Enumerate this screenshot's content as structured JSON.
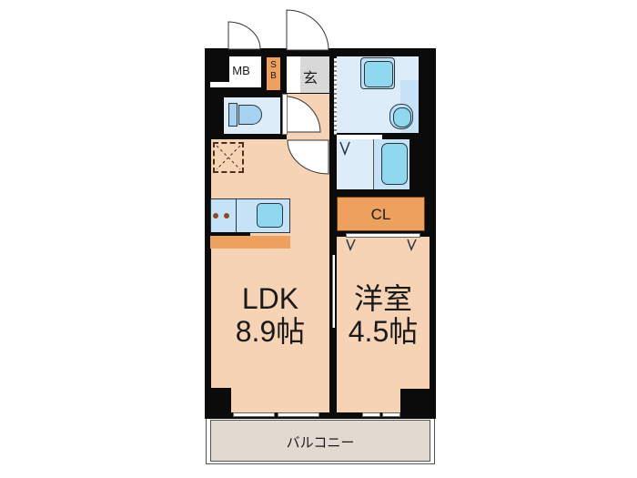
{
  "floor_plan": {
    "rooms": {
      "ldk": {
        "name": "LDK",
        "size": "8.9帖"
      },
      "western": {
        "name": "洋室",
        "size": "4.5帖"
      },
      "closet": {
        "label": "CL"
      },
      "meter_box": {
        "label": "MB"
      },
      "shoe_box": {
        "label_line1": "S",
        "label_line2": "B"
      },
      "entrance": {
        "label": "玄"
      },
      "balcony": {
        "label": "バルコニー"
      }
    },
    "colors": {
      "floor": "#f5d3b4",
      "wet_area": "#dcedf9",
      "fixture": "#8fd8f0",
      "storage": "#eea15f",
      "wall": "#0b0b0b",
      "balcony": "#e2d9d0",
      "entrance": "#d8d8d8"
    }
  }
}
